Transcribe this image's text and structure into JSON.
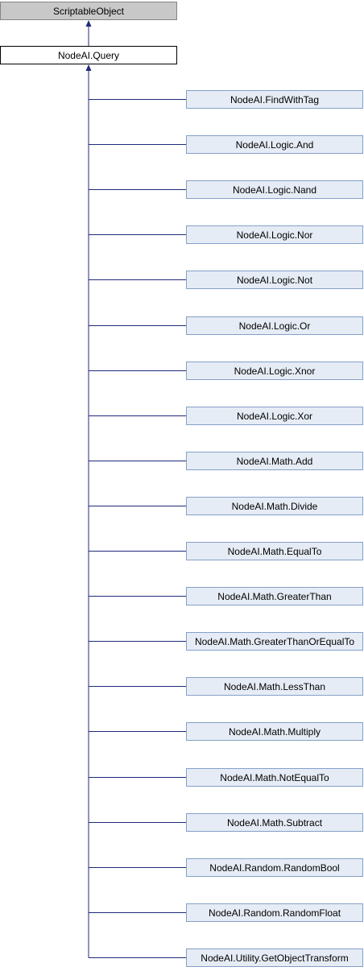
{
  "diagram": {
    "root": "ScriptableObject",
    "base": "NodeAI.Query",
    "children": [
      "NodeAI.FindWithTag",
      "NodeAI.Logic.And",
      "NodeAI.Logic.Nand",
      "NodeAI.Logic.Nor",
      "NodeAI.Logic.Not",
      "NodeAI.Logic.Or",
      "NodeAI.Logic.Xnor",
      "NodeAI.Logic.Xor",
      "NodeAI.Math.Add",
      "NodeAI.Math.Divide",
      "NodeAI.Math.EqualTo",
      "NodeAI.Math.GreaterThan",
      "NodeAI.Math.GreaterThanOrEqualTo",
      "NodeAI.Math.LessThan",
      "NodeAI.Math.Multiply",
      "NodeAI.Math.NotEqualTo",
      "NodeAI.Math.Subtract",
      "NodeAI.Random.RandomBool",
      "NodeAI.Random.RandomFloat",
      "NodeAI.Utility.GetObjectTransform"
    ]
  },
  "colors": {
    "edge": "#1f2a7a",
    "root_fill": "#c8c8c8",
    "child_fill": "#e6ecf5",
    "child_border": "#84a0c8"
  }
}
